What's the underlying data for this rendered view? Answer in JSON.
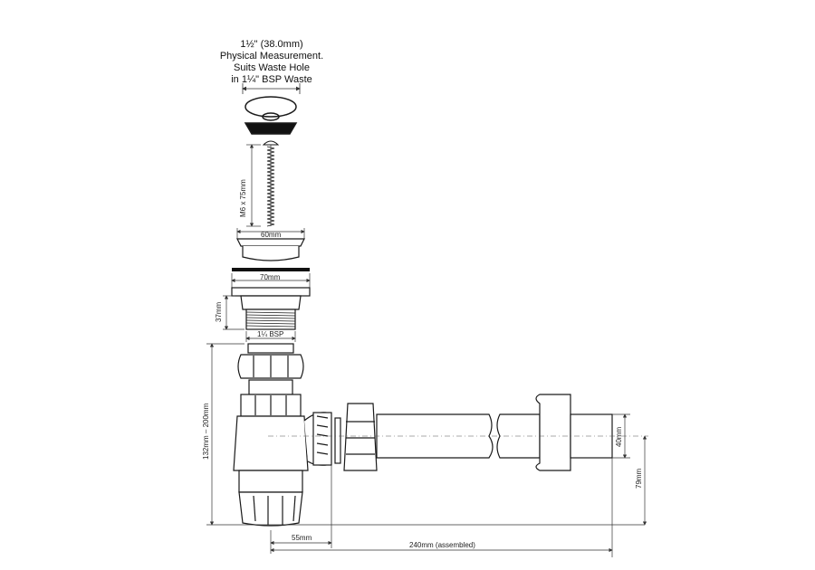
{
  "header": {
    "line1": "1½\" (38.0mm)",
    "line2": "Physical Measurement.",
    "line3": "Suits Waste Hole",
    "line4": "in 1¼\" BSP Waste"
  },
  "dimensions": {
    "screw": "M6 x 75mm",
    "plug": "60mm",
    "flange": "70mm",
    "body_height": "37mm",
    "thread": "1¼ BSP",
    "trap_height": "132mm – 200mm",
    "pipe_dia": "40mm",
    "outlet_height": "79mm",
    "offset": "55mm",
    "assembled_length": "240mm (assembled)"
  },
  "colors": {
    "line": "#1a1a1a",
    "dim": "#333333",
    "fill_dark": "#111111"
  }
}
